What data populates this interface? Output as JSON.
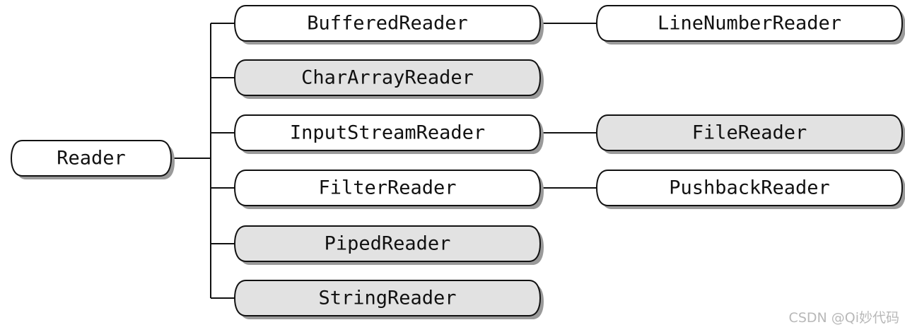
{
  "diagram": {
    "root": {
      "label": "Reader",
      "shaded": false
    },
    "children": [
      {
        "label": "BufferedReader",
        "shaded": false,
        "child": {
          "label": "LineNumberReader",
          "shaded": false
        }
      },
      {
        "label": "CharArrayReader",
        "shaded": true
      },
      {
        "label": "InputStreamReader",
        "shaded": false,
        "child": {
          "label": "FileReader",
          "shaded": true
        }
      },
      {
        "label": "FilterReader",
        "shaded": false,
        "child": {
          "label": "PushbackReader",
          "shaded": false
        }
      },
      {
        "label": "PipedReader",
        "shaded": true
      },
      {
        "label": "StringReader",
        "shaded": true
      }
    ],
    "colors": {
      "fill": "#ffffff",
      "shaded_fill": "#e2e2e2",
      "border": "#111111",
      "shadow": "#9a9a9a",
      "connector": "#111111"
    }
  },
  "watermark": "CSDN @Qi妙代码"
}
